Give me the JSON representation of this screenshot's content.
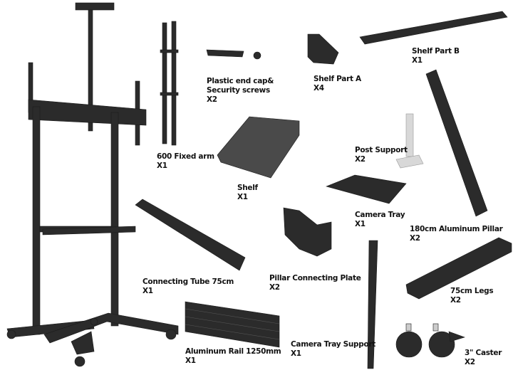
{
  "parts": [
    {
      "id": "plastic-end-cap",
      "lines": [
        "Plastic end cap&",
        "Security screws"
      ],
      "qty": "X2"
    },
    {
      "id": "shelf-part-a",
      "lines": [
        "Shelf Part A"
      ],
      "qty": "X4"
    },
    {
      "id": "shelf-part-b",
      "lines": [
        "Shelf Part B"
      ],
      "qty": "X1"
    },
    {
      "id": "fixed-arm",
      "lines": [
        "600 Fixed arm"
      ],
      "qty": "X1"
    },
    {
      "id": "shelf",
      "lines": [
        "Shelf"
      ],
      "qty": "X1"
    },
    {
      "id": "post-support",
      "lines": [
        "Post Support"
      ],
      "qty": "X2"
    },
    {
      "id": "camera-tray",
      "lines": [
        "Camera Tray"
      ],
      "qty": "X1"
    },
    {
      "id": "aluminum-pillar",
      "lines": [
        "180cm Aluminum Pillar"
      ],
      "qty": "X2"
    },
    {
      "id": "connecting-tube",
      "lines": [
        "Connecting Tube 75cm"
      ],
      "qty": "X1"
    },
    {
      "id": "pillar-connecting-plate",
      "lines": [
        "Pillar Connecting Plate"
      ],
      "qty": "X2"
    },
    {
      "id": "legs",
      "lines": [
        "75cm Legs"
      ],
      "qty": "X2"
    },
    {
      "id": "aluminum-rail",
      "lines": [
        "Aluminum Rail 1250mm"
      ],
      "qty": "X1"
    },
    {
      "id": "camera-tray-support",
      "lines": [
        "Camera Tray Support"
      ],
      "qty": "X1"
    },
    {
      "id": "caster",
      "lines": [
        "3\" Caster"
      ],
      "qty": "X2"
    }
  ],
  "colors": {
    "part": "#2b2b2b",
    "part_light": "#4a4a4a",
    "post": "#d8d8d8",
    "text": "#111111"
  }
}
